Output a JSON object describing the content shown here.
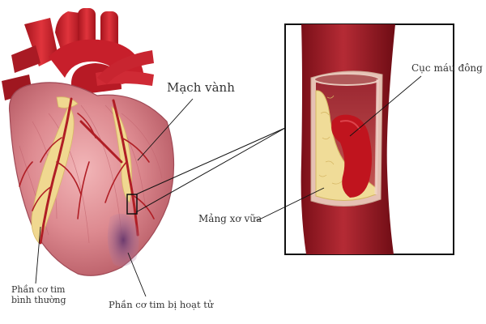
{
  "labels": {
    "coronary_artery": "Mạch vành",
    "blood_clot": "Cục máu đông",
    "atherosclerotic_plaque": "Mảng xơ vữa",
    "normal_muscle": "Phần cơ tim bình thường",
    "necrotic_muscle": "Phần cơ tim bị hoạt tử"
  },
  "colors": {
    "heart_tissue": "#d98088",
    "aorta_red": "#c8202c",
    "artery_red": "#b01e25",
    "plaque_yellow": "#f0dc98",
    "clot_red": "#c0141e",
    "necrosis_purple": "#8a4e82",
    "label_text": "#333333"
  }
}
